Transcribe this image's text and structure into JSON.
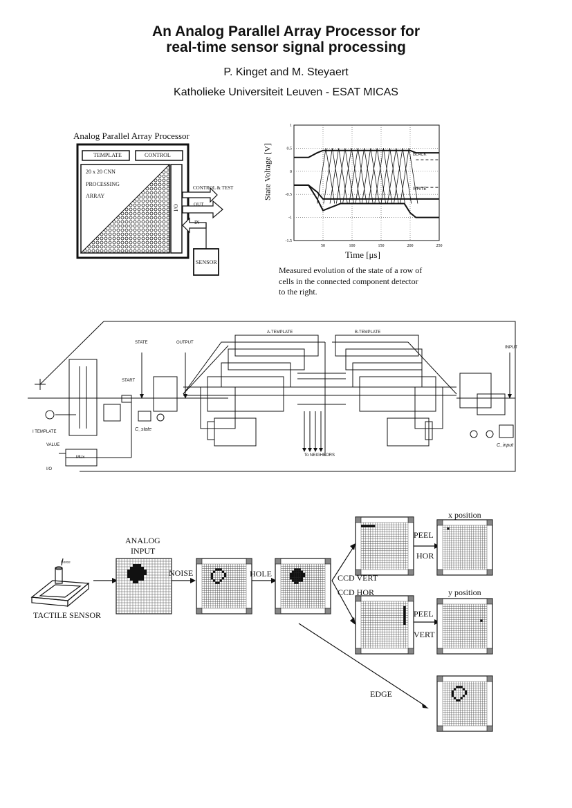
{
  "header": {
    "title_line1": "An Analog Parallel Array Processor for",
    "title_line2": "real-time sensor signal processing",
    "authors": "P. Kinget and M. Steyaert",
    "affiliation": "Katholieke Universiteit Leuven - ESAT MICAS"
  },
  "block_diagram": {
    "caption": "Analog Parallel Array Processor",
    "template": "TEMPLATE",
    "control": "CONTROL",
    "array_line1": "20 x 20 CNN",
    "array_line2": "PROCESSING",
    "array_line3": "ARRAY",
    "io": "I/O",
    "control_test": "CONTROL & TEST",
    "out": "OUT",
    "in": "IN",
    "sensor": "SENSOR"
  },
  "plot": {
    "ylabel": "State Voltage [V]",
    "xlabel": "Time [μs]",
    "black_label": "BLACK",
    "white_label": "WHITE",
    "caption_line1": "Measured evolution of the state of a row of",
    "caption_line2": "cells in the connected component detector",
    "caption_line3": "to the right."
  },
  "chart_data": {
    "type": "line",
    "x_ticks": [
      "50",
      "100",
      "150",
      "200",
      "250"
    ],
    "y_ticks": [
      "1",
      "0.5",
      "0",
      "-0.5",
      "-1",
      "-1.5"
    ],
    "xlim": [
      0,
      250
    ],
    "ylim": [
      -1.5,
      1
    ],
    "grid": true,
    "xlabel": "Time [μs]",
    "ylabel": "State Voltage [V]",
    "annotations": [
      "BLACK",
      "WHITE"
    ],
    "series": [
      {
        "x": [
          0,
          25,
          40,
          50,
          60,
          70,
          80,
          90,
          100,
          110,
          120,
          130,
          140,
          150,
          160,
          170,
          180,
          190,
          200,
          210,
          250
        ],
        "values": [
          0.3,
          0.3,
          0.4,
          0.45,
          0.45,
          0.45,
          0.45,
          0.45,
          0.45,
          0.45,
          0.45,
          0.45,
          0.45,
          0.45,
          0.45,
          0.45,
          0.45,
          0.45,
          0.45,
          0.4,
          0.4
        ]
      },
      {
        "x": [
          0,
          25,
          40,
          50,
          60,
          70,
          80,
          90,
          100,
          110,
          120,
          130,
          140,
          150,
          160,
          170,
          180,
          190,
          200,
          210,
          250
        ],
        "values": [
          -0.3,
          -0.3,
          -0.6,
          -0.85,
          -0.8,
          -0.75,
          -0.7,
          -0.7,
          -0.7,
          -0.7,
          -0.7,
          -0.7,
          -0.7,
          -0.7,
          -0.7,
          -0.7,
          -0.7,
          -0.7,
          -0.9,
          -1.0,
          -1.0
        ]
      },
      {
        "x": [
          0,
          25,
          40,
          50,
          60,
          70,
          80,
          90,
          100,
          110,
          120,
          130,
          140,
          150,
          160,
          170,
          180,
          190,
          200,
          210,
          250
        ],
        "values": [
          -0.3,
          -0.3,
          -0.45,
          -0.6,
          -0.6,
          -0.6,
          -0.6,
          -0.6,
          -0.6,
          -0.6,
          -0.6,
          -0.6,
          -0.6,
          -0.6,
          -0.6,
          -0.6,
          -0.6,
          -0.6,
          -0.6,
          -0.6,
          -0.6
        ]
      }
    ]
  },
  "circuit": {
    "a_template": "A-TEMPLATE",
    "b_template": "B-TEMPLATE",
    "state": "STATE",
    "output": "OUTPUT",
    "input": "INPUT",
    "start": "START",
    "i_template": "I TEMPLATE",
    "value": "VALUE",
    "io": "I/O",
    "mux": "MUx",
    "c_state": "C_state",
    "c_input": "C_input",
    "neighbors": "To NEIGHBORS"
  },
  "flow": {
    "tactile_sensor": "TACTILE SENSOR",
    "force": "Force",
    "analog_input_line1": "ANALOG",
    "analog_input_line2": "INPUT",
    "noise": "NOISE",
    "hole": "HOLE",
    "ccd_vert": "CCD  VERT",
    "ccd_hor": "CCD  HOR",
    "peel1": "PEEL",
    "hor": "HOR",
    "peel2": "PEEL",
    "vert": "VERT",
    "x_position": "x position",
    "y_position": "y position",
    "edge": "EDGE"
  }
}
